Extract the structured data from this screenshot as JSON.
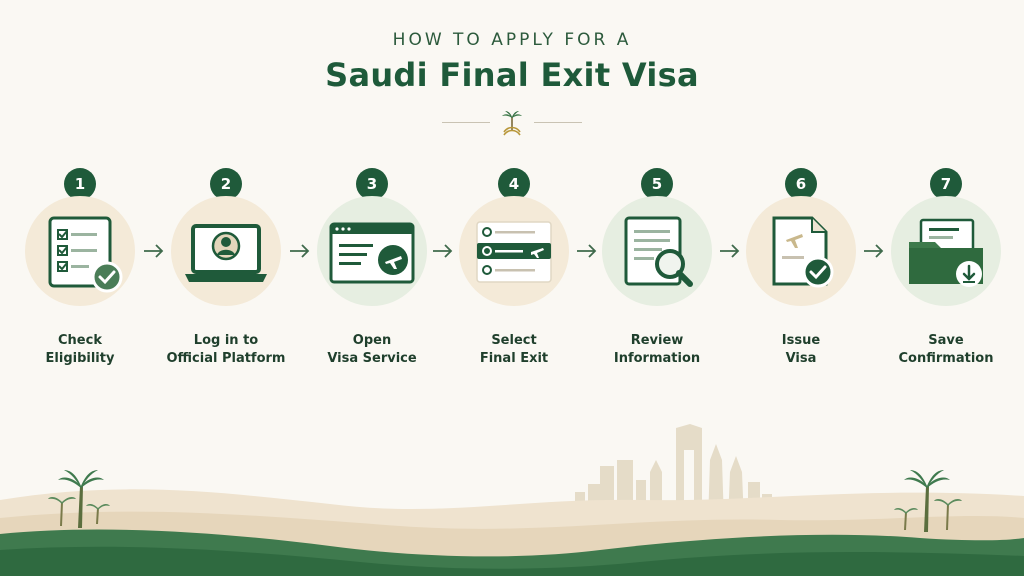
{
  "header": {
    "subtitle": "HOW TO APPLY FOR A",
    "title": "Saudi Final Exit Visa"
  },
  "colors": {
    "dark_green": "#1f5a3a",
    "beige_circle": "#f4ead8",
    "green_circle": "#e6eee1",
    "background": "#faf8f3"
  },
  "steps": [
    {
      "number": "1",
      "line1": "Check",
      "line2": "Eligibility",
      "icon": "checklist-icon"
    },
    {
      "number": "2",
      "line1": "Log in to",
      "line2": "Official Platform",
      "icon": "laptop-user-icon"
    },
    {
      "number": "3",
      "line1": "Open",
      "line2": "Visa Service",
      "icon": "browser-plane-icon"
    },
    {
      "number": "4",
      "line1": "Select",
      "line2": "Final Exit",
      "icon": "option-list-plane-icon"
    },
    {
      "number": "5",
      "line1": "Review",
      "line2": "Information",
      "icon": "document-magnifier-icon"
    },
    {
      "number": "6",
      "line1": "Issue",
      "line2": "Visa",
      "icon": "document-check-icon"
    },
    {
      "number": "7",
      "line1": "Save",
      "line2": "Confirmation",
      "icon": "folder-download-icon"
    }
  ]
}
